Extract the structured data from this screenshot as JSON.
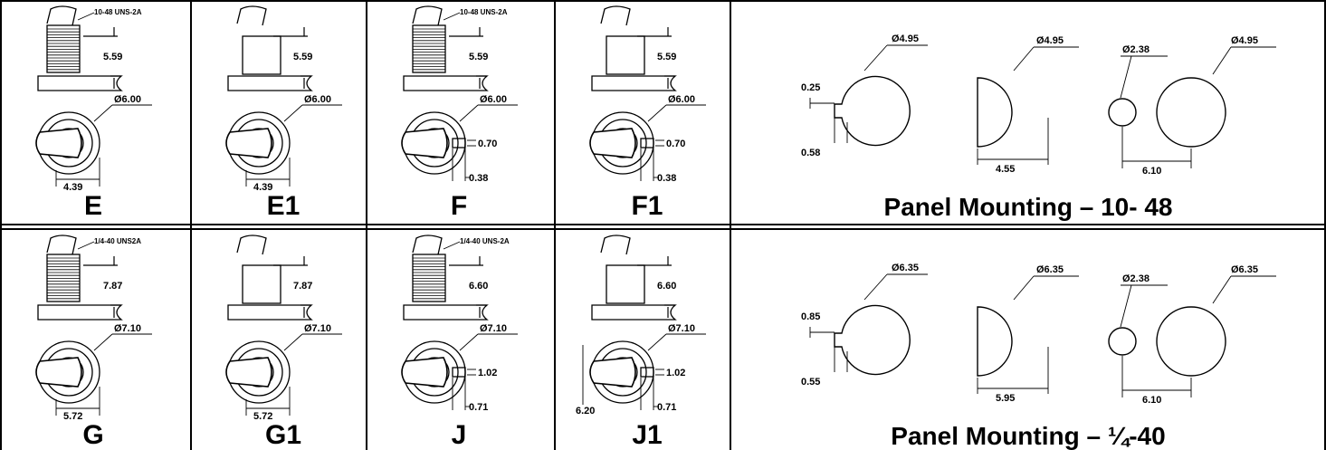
{
  "rows": [
    {
      "cells": [
        {
          "label": "E",
          "thread": "10-48 UNS-2A",
          "height": "5.59",
          "diameter": "Ø6.00",
          "width": "4.39"
        },
        {
          "label": "E1",
          "thread": "",
          "height": "5.59",
          "diameter": "Ø6.00",
          "width": "4.39"
        },
        {
          "label": "F",
          "thread": "10-48 UNS-2A",
          "height": "5.59",
          "diameter": "Ø6.00",
          "key_width": "0.70",
          "key_depth": "0.38"
        },
        {
          "label": "F1",
          "thread": "",
          "height": "5.59",
          "diameter": "Ø6.00",
          "key_width": "0.70",
          "key_depth": "0.38"
        }
      ],
      "panel": {
        "title": "Panel Mounting –   10- 48",
        "hole1_dia": "Ø4.95",
        "notch_w": "0.25",
        "notch_d": "0.58",
        "hole2_dia": "Ø4.95",
        "flat": "4.55",
        "small_dia": "Ø2.38",
        "hole3_dia": "Ø4.95",
        "spacing": "6.10"
      }
    },
    {
      "cells": [
        {
          "label": "G",
          "thread": "1/4-40 UNS2A",
          "height": "7.87",
          "diameter": "Ø7.10",
          "width": "5.72"
        },
        {
          "label": "G1",
          "thread": "",
          "height": "7.87",
          "diameter": "Ø7.10",
          "width": "5.72"
        },
        {
          "label": "J",
          "thread": "1/4-40 UNS-2A",
          "height": "6.60",
          "diameter": "Ø7.10",
          "key_width": "1.02",
          "key_depth": "0.71"
        },
        {
          "label": "J1",
          "thread": "",
          "height": "6.60",
          "diameter": "Ø7.10",
          "key_width": "1.02",
          "key_depth": "0.71",
          "offset": "6.20"
        }
      ],
      "panel": {
        "title": "Panel Mounting –   ¼-40",
        "hole1_dia": "Ø6.35",
        "notch_w": "0.85",
        "notch_d": "0.55",
        "hole2_dia": "Ø6.35",
        "flat": "5.95",
        "small_dia": "Ø2.38",
        "hole3_dia": "Ø6.35",
        "spacing": "6.10"
      }
    }
  ]
}
